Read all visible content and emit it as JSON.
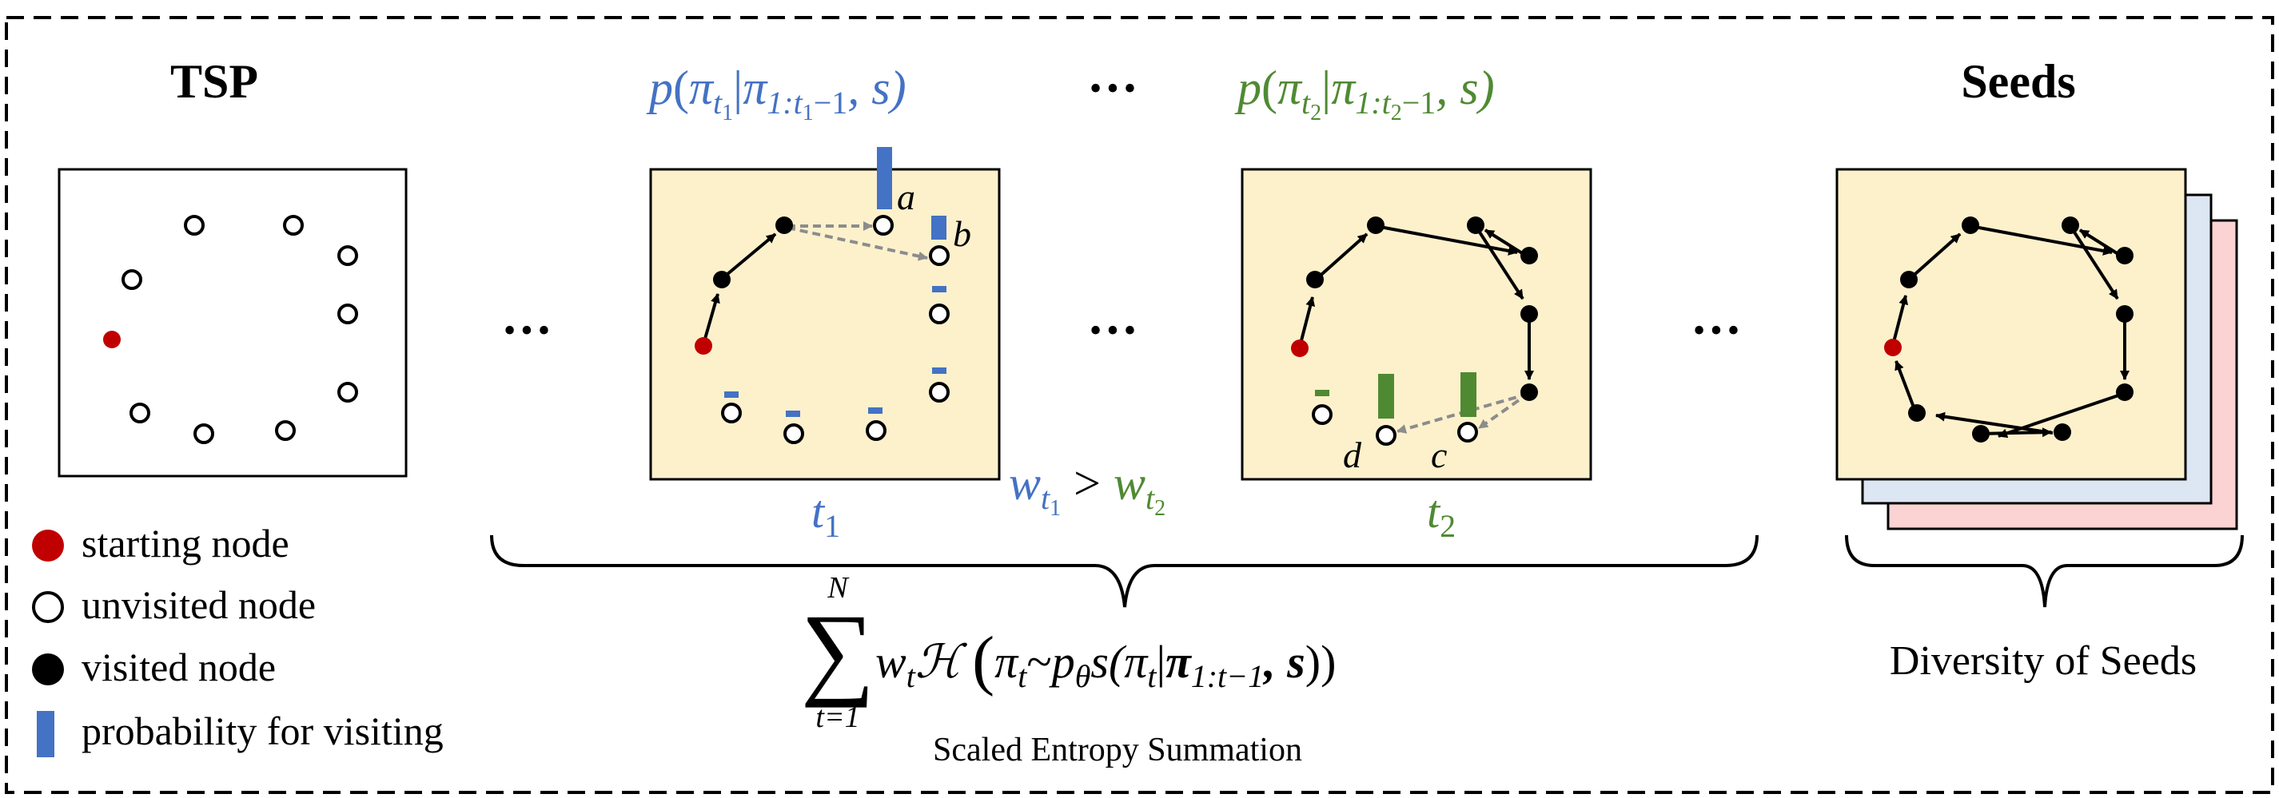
{
  "colors": {
    "blue": "#4472C4",
    "green": "#4F8A33",
    "red": "#C00000",
    "panel_fill": "#FDF1CC",
    "seed_blue": "#DDE7F3",
    "seed_pink": "#FBD3D3",
    "arrow_gray": "#8C8C8C"
  },
  "panels": {
    "tsp_title": "TSP",
    "seeds_title": "Seeds"
  },
  "formulas": {
    "t1_prob_p": "p",
    "t1_prob_pi": "π",
    "t1_prob_sub": "t",
    "t1_prob_subsub": "1",
    "t1_prob_bar": "|",
    "t1_prob_pi2": "π",
    "t1_prob_range": "1:t",
    "t1_prob_range_sub": "1",
    "t1_prob_range_end": "−1",
    "t1_prob_tail": ", s)",
    "t2_prob_p": "p",
    "t2_prob_pi": "π",
    "t2_prob_sub": "t",
    "t2_prob_subsub": "2",
    "t2_prob_bar": "|",
    "t2_prob_pi2": "π",
    "t2_prob_range": "1:t",
    "t2_prob_range_sub": "2",
    "t2_prob_range_end": "−1",
    "t2_prob_tail": ", s)",
    "open_paren": "(",
    "t1_label_t": "t",
    "t1_label_sub": "1",
    "t2_label_t": "t",
    "t2_label_sub": "2",
    "w_t1_w": "w",
    "w_t1_t": "t",
    "w_t1_sub": "1",
    "gt": ">",
    "w_t2_w": "w",
    "w_t2_t": "t",
    "w_t2_sub": "2",
    "sum_symbol": "∑",
    "sum_top": "N",
    "sum_bottom": "t=1",
    "entropy_expr_w": "w",
    "entropy_expr_t": "t",
    "entropy_expr_h": "ℋ",
    "entropy_expr_paren_open": "(",
    "entropy_expr_pi": "π",
    "entropy_expr_pi_t": "t",
    "entropy_expr_tilde": "~",
    "entropy_expr_p": "p",
    "entropy_expr_theta": "θ",
    "entropy_expr_s": "s",
    "entropy_expr_inner_open": "(π",
    "entropy_expr_inner_t": "t",
    "entropy_expr_bar": "|",
    "entropy_expr_bold_pi": "π",
    "entropy_expr_bold_range": "1:t−1",
    "entropy_expr_comma_s": ", s",
    "entropy_expr_close": "))",
    "scaled_entropy": "Scaled Entropy Summation",
    "diversity": "Diversity of Seeds"
  },
  "node_labels": {
    "a": "a",
    "b": "b",
    "c": "c",
    "d": "d"
  },
  "ellipsis": "•••",
  "legend": [
    {
      "label": "starting node",
      "icon": "red-filled-circle"
    },
    {
      "label": "unvisited node",
      "icon": "hollow-circle"
    },
    {
      "label": "visited node",
      "icon": "black-filled-circle"
    },
    {
      "label": "probability for visiting",
      "icon": "blue-bar"
    }
  ]
}
